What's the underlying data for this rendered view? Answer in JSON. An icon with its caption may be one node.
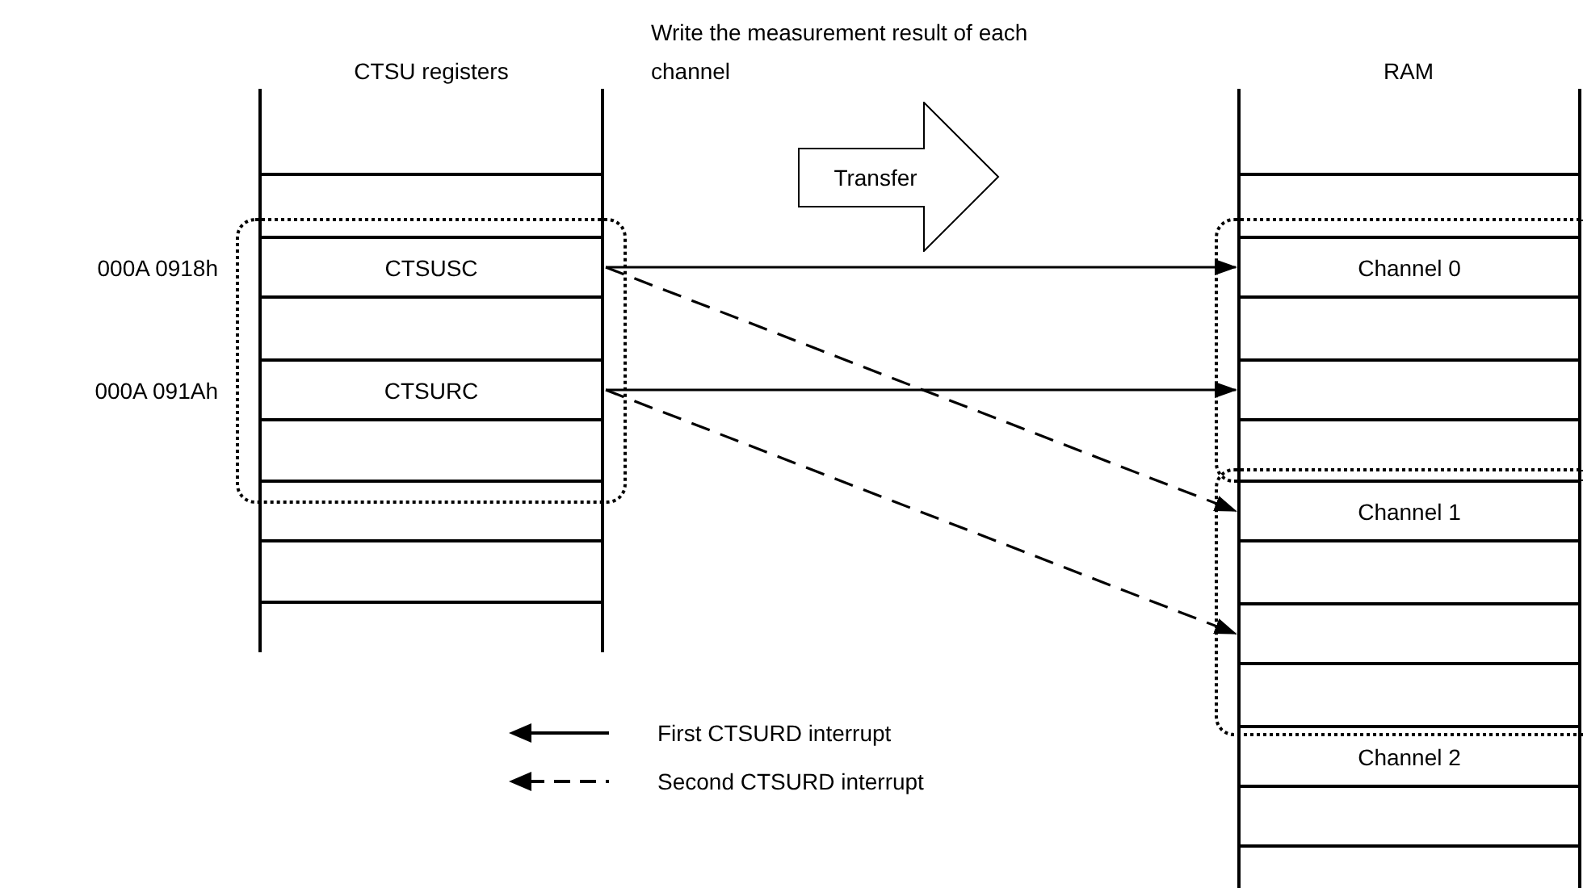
{
  "diagram": {
    "nodes": [
      {
        "text": [],
        "shape": "box"
      },
      {
        "text": [
          "CTSUSC"
        ],
        "in": 0,
        "beside": [
          "000A 0918h"
        ]
      },
      {
        "text": [
          "CTSURC"
        ],
        "in": 0,
        "beside": [
          "000A 091Ah"
        ]
      },
      {
        "text": [
          "Transfer"
        ]
      },
      {
        "text": [],
        "shape": "box"
      },
      {
        "text": [
          "Channel 0"
        ],
        "in": 4
      },
      {
        "text": [],
        "shape": "box",
        "in": 4
      },
      {
        "text": [],
        "shape": "box"
      },
      {
        "text": [
          "Channel 1"
        ],
        "in": 7
      },
      {
        "text": [],
        "shape": "box",
        "in": 7
      },
      {
        "text": [
          "Channel 2"
        ]
      }
    ],
    "edges": [
      {
        "from": 1,
        "to": 5,
        "arrow": "to"
      },
      {
        "from": 2,
        "to": 6,
        "arrow": "to"
      },
      {
        "from": 1,
        "to": 8,
        "arrow": "to",
        "style": "dashed"
      },
      {
        "from": 2,
        "to": 9,
        "arrow": "to",
        "style": "dashed"
      }
    ],
    "labels": [
      "Write the measurement result of each channel",
      "CTSU registers",
      "RAM"
    ],
    "legend": [
      {
        "text": "First CTSURD interrupt"
      },
      {
        "text": "Second CTSURD interrupt"
      }
    ]
  }
}
